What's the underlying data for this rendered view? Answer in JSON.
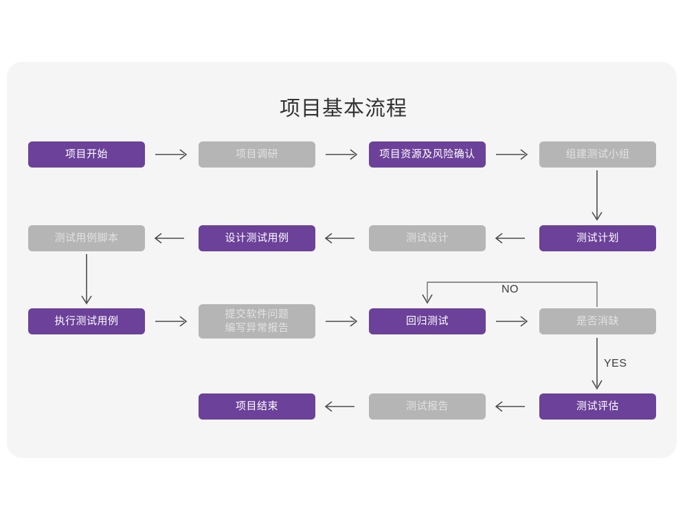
{
  "diagram": {
    "title": "项目基本流程",
    "colors": {
      "page_background": "#ffffff",
      "card_background": "#f5f5f5",
      "node_active": "#6b4199",
      "node_active_text": "#ffffff",
      "node_muted": "#b5b5b5",
      "node_muted_text": "#e2e2e2",
      "connector": "#4a4a4a",
      "title_text": "#333333"
    },
    "nodes": [
      {
        "id": "n1",
        "label": "项目开始",
        "style": "purple"
      },
      {
        "id": "n2",
        "label": "项目调研",
        "style": "gray"
      },
      {
        "id": "n3",
        "label": "项目资源及风险确认",
        "style": "purple"
      },
      {
        "id": "n4",
        "label": "组建测试小组",
        "style": "gray"
      },
      {
        "id": "n5",
        "label": "测试计划",
        "style": "purple"
      },
      {
        "id": "n6",
        "label": "测试设计",
        "style": "gray"
      },
      {
        "id": "n7",
        "label": "设计测试用例",
        "style": "purple"
      },
      {
        "id": "n8",
        "label": "测试用例脚本",
        "style": "gray"
      },
      {
        "id": "n9",
        "label": "执行测试用例",
        "style": "purple"
      },
      {
        "id": "n10",
        "label": "提交软件问题\n编写异常报告",
        "style": "gray"
      },
      {
        "id": "n11",
        "label": "回归测试",
        "style": "purple"
      },
      {
        "id": "n12",
        "label": "是否消缺",
        "style": "gray"
      },
      {
        "id": "n13",
        "label": "测试评估",
        "style": "purple"
      },
      {
        "id": "n14",
        "label": "测试报告",
        "style": "gray"
      },
      {
        "id": "n15",
        "label": "项目结束",
        "style": "purple"
      }
    ],
    "edge_labels": {
      "no": "NO",
      "yes": "YES"
    }
  }
}
